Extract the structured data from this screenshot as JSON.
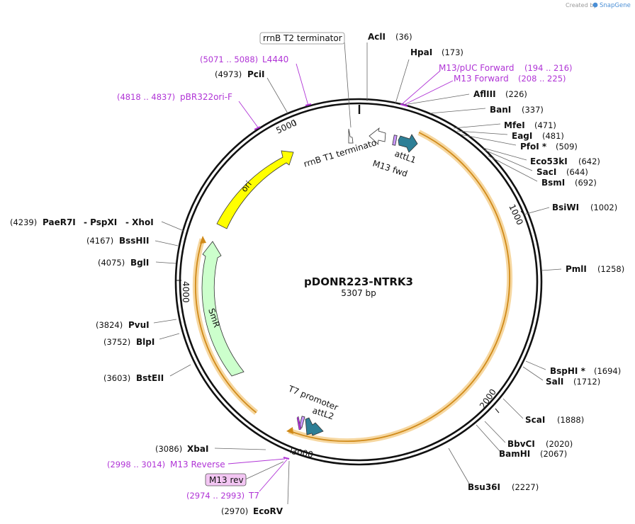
{
  "header": {
    "credit_prefix": "Created by",
    "credit_brand": "SnapGene"
  },
  "plasmid": {
    "name": "pDONR223-NTRK3",
    "length_label": "5307 bp",
    "length": 5307
  },
  "ticks": [
    {
      "bp": 1000,
      "label": "1000"
    },
    {
      "bp": 2000,
      "label": "2000"
    },
    {
      "bp": 3000,
      "label": "3000"
    },
    {
      "bp": 4000,
      "label": "4000"
    },
    {
      "bp": 5000,
      "label": "5000"
    }
  ],
  "sites": [
    {
      "name": "AclI",
      "pos": "(36)"
    },
    {
      "name": "HpaI",
      "pos": "(173)"
    },
    {
      "name": "AflIII",
      "pos": "(226)"
    },
    {
      "name": "BanI",
      "pos": "(337)"
    },
    {
      "name": "MfeI",
      "pos": "(471)"
    },
    {
      "name": "EagI",
      "pos": "(481)"
    },
    {
      "name": "PfoI *",
      "pos": "(509)"
    },
    {
      "name": "Eco53kI",
      "pos": "(642)"
    },
    {
      "name": "SacI",
      "pos": "(644)"
    },
    {
      "name": "BsmI",
      "pos": "(692)"
    },
    {
      "name": "BsiWI",
      "pos": "(1002)"
    },
    {
      "name": "PmlI",
      "pos": "(1258)"
    },
    {
      "name": "BspHI *",
      "pos": "(1694)"
    },
    {
      "name": "SalI",
      "pos": "(1712)"
    },
    {
      "name": "ScaI",
      "pos": "(1888)"
    },
    {
      "name": "BbvCI",
      "pos": "(2020)"
    },
    {
      "name": "BamHI",
      "pos": "(2067)"
    },
    {
      "name": "Bsu36I",
      "pos": "(2227)"
    },
    {
      "name": "EcoRV",
      "pos": "(2970)"
    },
    {
      "name": "XbaI",
      "pos": "(3086)"
    },
    {
      "name": "BstEII",
      "pos": "(3603)"
    },
    {
      "name": "BlpI",
      "pos": "(3752)"
    },
    {
      "name": "PvuI",
      "pos": "(3824)"
    },
    {
      "name": "BglI",
      "pos": "(4075)"
    },
    {
      "name": "BssHII",
      "pos": "(4167)"
    },
    {
      "name": "PaeR7I",
      "pos": "(4239)"
    },
    {
      "name": "- PspXI",
      "pos": ""
    },
    {
      "name": "- XhoI",
      "pos": ""
    },
    {
      "name": "PciI",
      "pos": "(4973)"
    }
  ],
  "primers": [
    {
      "name": "L4440",
      "range": "(5071 .. 5088)"
    },
    {
      "name": "pBR322ori-F",
      "range": "(4818 .. 4837)"
    },
    {
      "name": "M13/pUC Forward",
      "range": "(194 .. 216)"
    },
    {
      "name": "M13 Forward",
      "range": "(208 .. 225)"
    },
    {
      "name": "M13 Reverse",
      "range": "(2998 .. 3014)"
    },
    {
      "name": "T7",
      "range": "(2974 .. 2993)"
    }
  ],
  "boxed_labels": [
    {
      "name": "rrnB T2 terminator"
    },
    {
      "name": "M13 rev"
    }
  ],
  "features": [
    {
      "name": "ori"
    },
    {
      "name": "SmR"
    },
    {
      "name": "rrnB T1 terminator"
    },
    {
      "name": "attL1"
    },
    {
      "name": "M13 fwd"
    },
    {
      "name": "T7 promoter"
    },
    {
      "name": "attL2"
    }
  ],
  "colors": {
    "backbone": "#111111",
    "insert": "#f0b84a",
    "ori": "#ffff00",
    "smr": "#ccffcc",
    "att": "#2e7f96",
    "primer": "#b034d6",
    "mtag": "#cc99ff",
    "m13rev_box": "#f3c6f3"
  }
}
